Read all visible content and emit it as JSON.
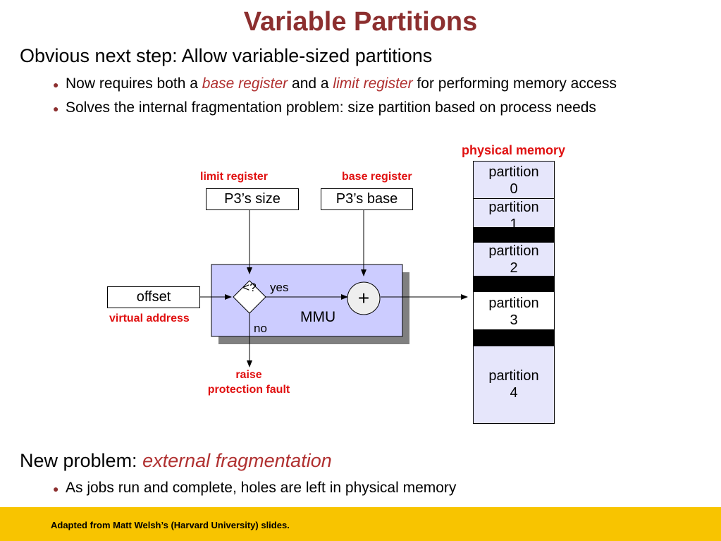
{
  "title": "Variable Partitions",
  "point1": "Obvious next step: Allow variable-sized partitions",
  "sub1": {
    "pre": "Now requires both a ",
    "em1": "base register",
    "mid": " and a ",
    "em2": "limit register",
    "post": " for performing memory access"
  },
  "sub2": "Solves the internal fragmentation problem: size partition based on process needs",
  "diagram": {
    "physical_memory_label": "physical memory",
    "limit_register_label": "limit register",
    "base_register_label": "base register",
    "limit_value": "P3’s size",
    "base_value": "P3’s base",
    "offset": "offset",
    "virtual_address_label": "virtual address",
    "compare": "<?",
    "yes": "yes",
    "no": "no",
    "adder": "+",
    "mmu": "MMU",
    "fault_line1": "raise",
    "fault_line2": "protection fault",
    "partitions": [
      "partition\n0",
      "partition\n1",
      "partition\n2",
      "partition\n3",
      "partition\n4"
    ]
  },
  "point2_pre": "New problem: ",
  "point2_em": "external fragmentation",
  "sub3": "As jobs run and complete, holes are left in physical memory",
  "footer": "Adapted from Matt Welsh’s (Harvard University) slides.",
  "colors": {
    "title": "#8c2f2f",
    "emphasis": "#b03030",
    "label_red": "#e01010",
    "mmu_fill": "#ccccff",
    "partition_fill": "#e6e6fb",
    "footer_bar": "#f8c400"
  }
}
